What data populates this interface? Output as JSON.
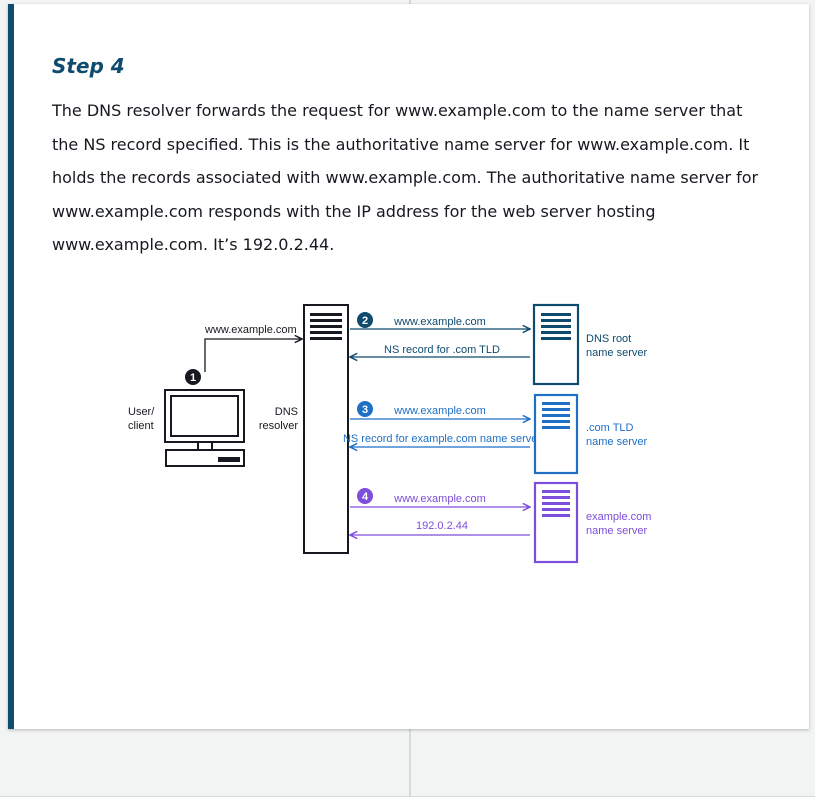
{
  "step": {
    "title": "Step 4",
    "paragraph": "The DNS resolver forwards the request for www.example.com to the name server that the NS record specified. This is the authoritative name server for www.example.com. It holds the records associated with www.example.com. The authoritative name server for www.example.com responds with the IP address for the web server hosting www.example.com. It’s 192.0.2.44."
  },
  "diagram": {
    "client": {
      "label_line1": "User/",
      "label_line2": "client",
      "badge": "1",
      "request": "www.example.com"
    },
    "resolver": {
      "label_line1": "DNS",
      "label_line2": "resolver"
    },
    "exchanges": [
      {
        "badge": "2",
        "request": "www.example.com",
        "response": "NS record for .com TLD",
        "server_line1": "DNS root",
        "server_line2": "name server",
        "color": "#0f4b6e"
      },
      {
        "badge": "3",
        "request": "www.example.com",
        "response": "NS record for example.com name server",
        "server_line1": ".com TLD",
        "server_line2": "name server",
        "color": "#1f6fc5"
      },
      {
        "badge": "4",
        "request": "www.example.com",
        "response": "192.0.2.44",
        "server_line1": "example.com",
        "server_line2": "name server",
        "color": "#7d4ddb"
      }
    ],
    "colors": {
      "ink": "#16191f"
    }
  }
}
